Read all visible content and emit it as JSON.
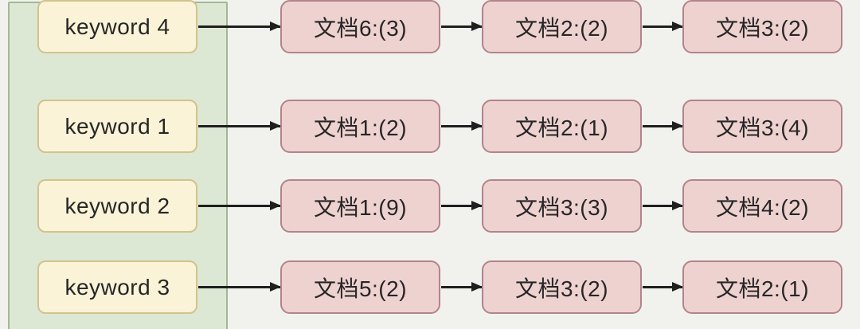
{
  "diagram": {
    "type": "inverted-index",
    "rows": [
      {
        "keyword": "keyword 1",
        "postings": [
          "文档1:(2)",
          "文档2:(1)",
          "文档3:(4)"
        ]
      },
      {
        "keyword": "keyword 2",
        "postings": [
          "文档1:(9)",
          "文档3:(3)",
          "文档4:(2)"
        ]
      },
      {
        "keyword": "keyword 3",
        "postings": [
          "文档5:(2)",
          "文档3:(2)",
          "文档2:(1)"
        ]
      },
      {
        "keyword": "keyword 4",
        "postings": [
          "文档6:(3)",
          "文档2:(2)",
          "文档3:(2)"
        ]
      }
    ],
    "colors": {
      "background": "#f1f2ee",
      "panel_fill": "#dde8d4",
      "panel_border": "#a3b694",
      "keyword_fill": "#faf3d8",
      "keyword_border": "#d2c38b",
      "doc_fill": "#eed2d0",
      "doc_border": "#b3838b",
      "arrow": "#1f1f1f",
      "text": "#262626"
    }
  }
}
